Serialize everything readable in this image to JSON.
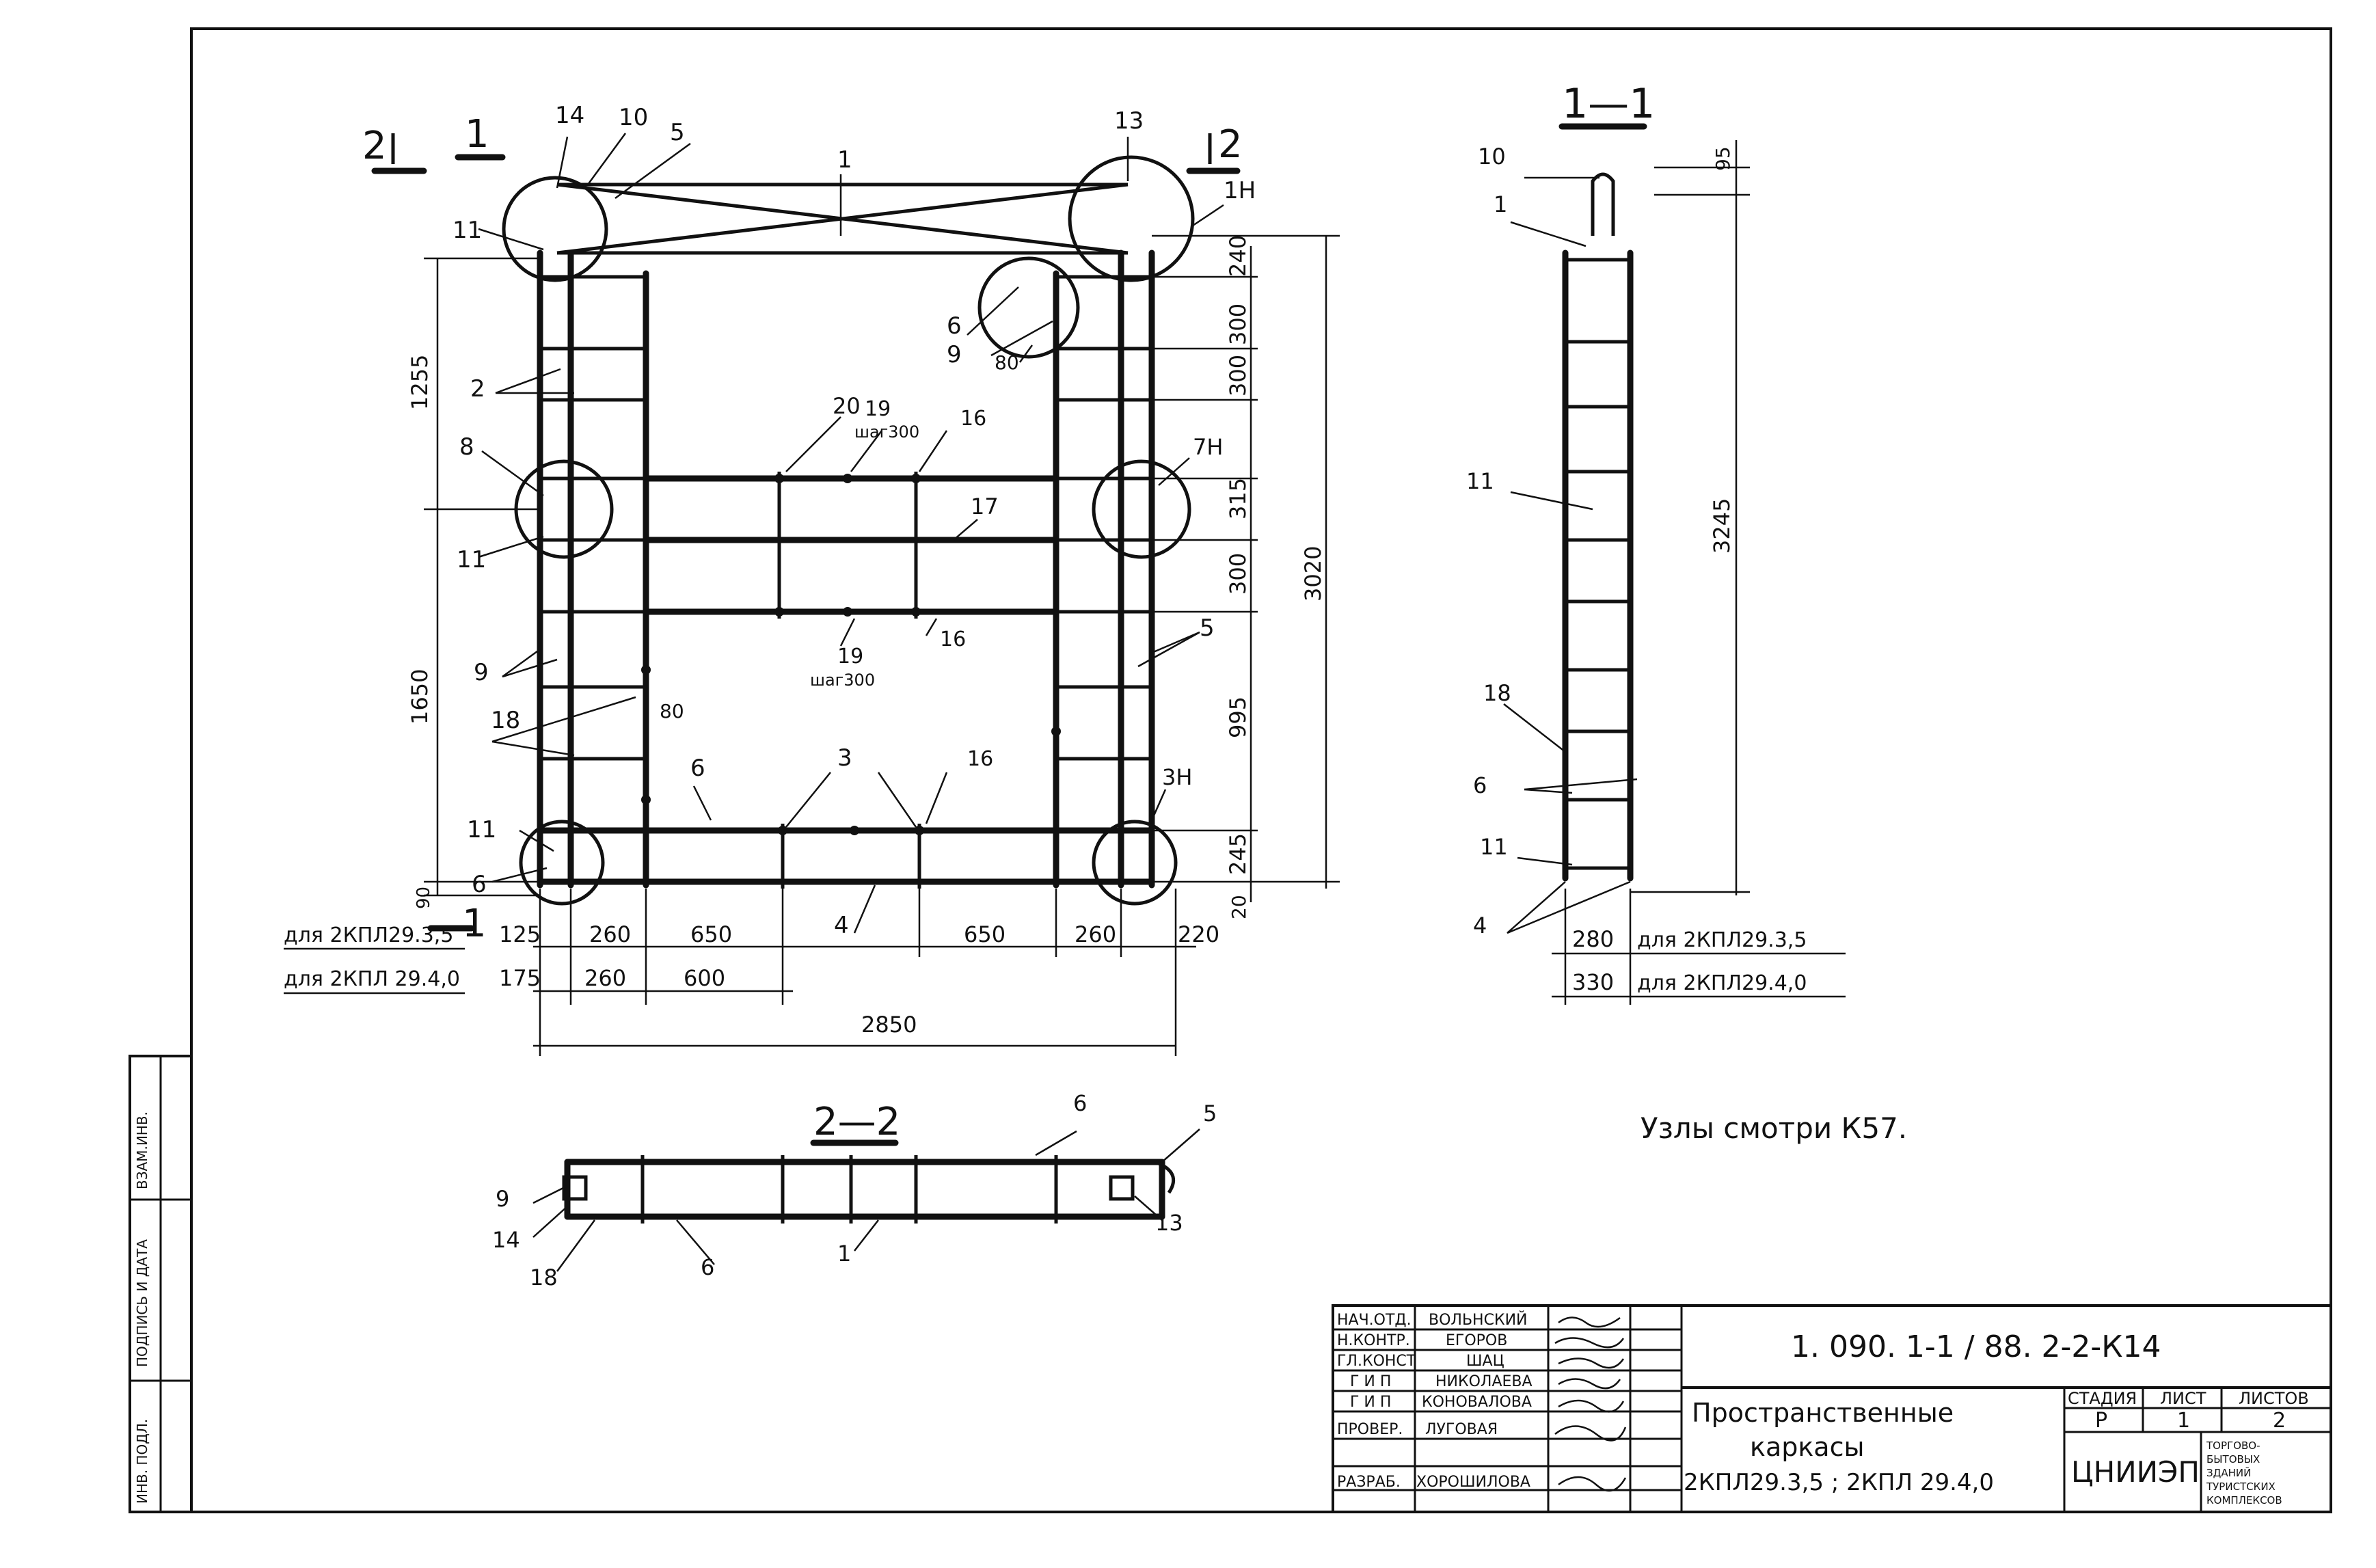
{
  "drawing": {
    "note": "Узлы смотри К57.",
    "sections": {
      "s1": "1—1",
      "s2": "2—2"
    },
    "section_marks": {
      "m1": "1",
      "m2": "2"
    },
    "plan": {
      "pos_labels": {
        "p14": "14",
        "p10": "10",
        "p5": "5",
        "p1": "1",
        "p13": "13",
        "p1h": "1Н",
        "p11a": "11",
        "p6a": "6",
        "p9a": "9",
        "p80a": "80",
        "p2": "2",
        "p20": "20",
        "p19a": "19",
        "shag1": "шаг300",
        "p16a": "16",
        "p8": "8",
        "p7h": "7Н",
        "p17": "17",
        "p11b": "11",
        "p19b": "19",
        "shag2": "шаг300",
        "p16b": "16",
        "p9b": "9",
        "p5b": "5",
        "p18": "18",
        "p80b": "80",
        "p6b": "6",
        "p3": "3",
        "p16c": "16",
        "p3h": "3Н",
        "p11c": "11",
        "p6c": "6",
        "p4": "4"
      },
      "dims_left": {
        "d1255": "1255",
        "d1650": "1650",
        "d90": "90"
      },
      "dims_right": {
        "d240": "240",
        "d300a": "300",
        "d300b": "300",
        "d315": "315",
        "d300c": "300",
        "d995": "995",
        "d245": "245",
        "d20": "20",
        "d3020": "3020"
      },
      "row1": {
        "label": "для 2КПЛ29.3,5",
        "v125": "125",
        "v260a": "260",
        "v650a": "650",
        "v650b": "650",
        "v260b": "260",
        "v220": "220"
      },
      "row2": {
        "label": "для 2КПЛ 29.4,0",
        "v175": "175",
        "v260": "260",
        "v600": "600"
      },
      "total": "2850"
    },
    "sec1": {
      "labels": {
        "p10": "10",
        "p1": "1",
        "p11a": "11",
        "p18": "18",
        "p6": "6",
        "p11b": "11",
        "p4": "4"
      },
      "d95": "95",
      "d3245": "3245",
      "w1": "280",
      "w1_label": "для 2КПЛ29.3,5",
      "w2": "330",
      "w2_label": "для 2КПЛ29.4,0"
    },
    "sec2": {
      "labels": {
        "p6a": "6",
        "p5": "5",
        "p9": "9",
        "p14": "14",
        "p18": "18",
        "p6b": "6",
        "p1": "1",
        "p13": "13"
      }
    }
  },
  "side_stamp": {
    "c1": "ВЗАМ.ИНВ.",
    "c2": "ПОДПИСЬ И ДАТА",
    "c3": "ИНВ. ПОДЛ."
  },
  "title_block": {
    "code": "1. 090. 1-1 / 88. 2-2-К14",
    "rows": [
      {
        "role": "НАЧ.ОТД.",
        "name": "ВОЛЬНСКИЙ"
      },
      {
        "role": "Н.КОНТР.",
        "name": "ЕГОРОВ"
      },
      {
        "role": "ГЛ.КОНСТ",
        "name": "ШАЦ"
      },
      {
        "role": "Г И П",
        "name": "НИКОЛАЕВА"
      },
      {
        "role": "Г И П",
        "name": "КОНОВАЛОВА"
      },
      {
        "role": "ПРОВЕР.",
        "name": "ЛУГОВАЯ"
      },
      {
        "role": "РАЗРАБ.",
        "name": "ХОРОШИЛОВА"
      }
    ],
    "title_l1": "Пространственные",
    "title_l2": "каркасы",
    "title_l3": "2КПЛ29.3,5 ; 2КПЛ 29.4,0",
    "stage_h": "СТАДИЯ",
    "sheet_h": "ЛИСТ",
    "sheets_h": "ЛИСТОВ",
    "stage": "Р",
    "sheet": "1",
    "sheets": "2",
    "org": "ЦНИИЭП",
    "org_sub": [
      "ТОРГОВО-",
      "БЫТОВЫХ",
      "ЗДАНИЙ",
      "ТУРИСТСКИХ",
      "КОМПЛЕКСОВ"
    ]
  }
}
